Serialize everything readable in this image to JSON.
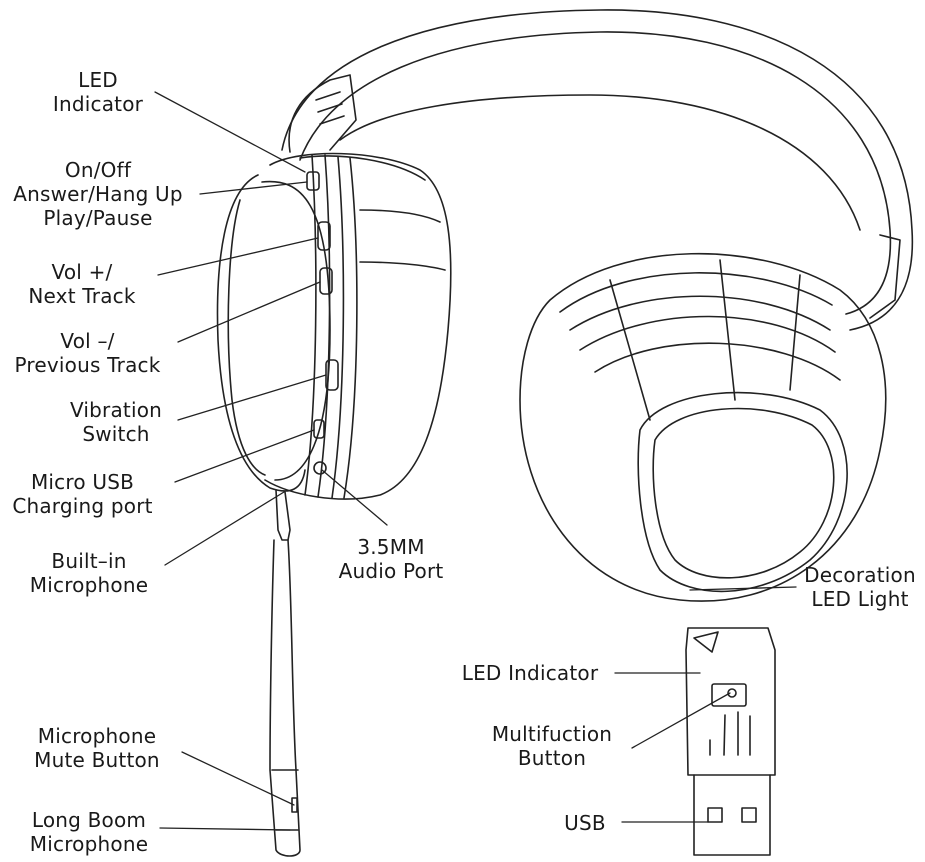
{
  "labels": {
    "led_indicator": [
      "LED",
      "Indicator"
    ],
    "power_button": [
      "On/Off",
      "Answer/Hang Up",
      "Play/Pause"
    ],
    "vol_up": [
      "Vol +/",
      "Next Track"
    ],
    "vol_down": [
      "Vol –/",
      "Previous Track"
    ],
    "vibration": [
      "Vibration",
      "Switch"
    ],
    "micro_usb": [
      "Micro USB",
      "Charging port"
    ],
    "builtin_mic": [
      "Built–in",
      "Microphone"
    ],
    "audio_port": [
      "3.5MM",
      "Audio Port"
    ],
    "decoration_led": [
      "Decoration",
      "LED Light"
    ],
    "mic_mute": [
      "Microphone",
      "Mute Button"
    ],
    "long_boom": [
      "Long Boom",
      "Microphone"
    ],
    "dongle_led": [
      "LED Indicator"
    ],
    "multifunction": [
      "Multifuction",
      "Button"
    ],
    "usb": [
      "USB"
    ]
  }
}
